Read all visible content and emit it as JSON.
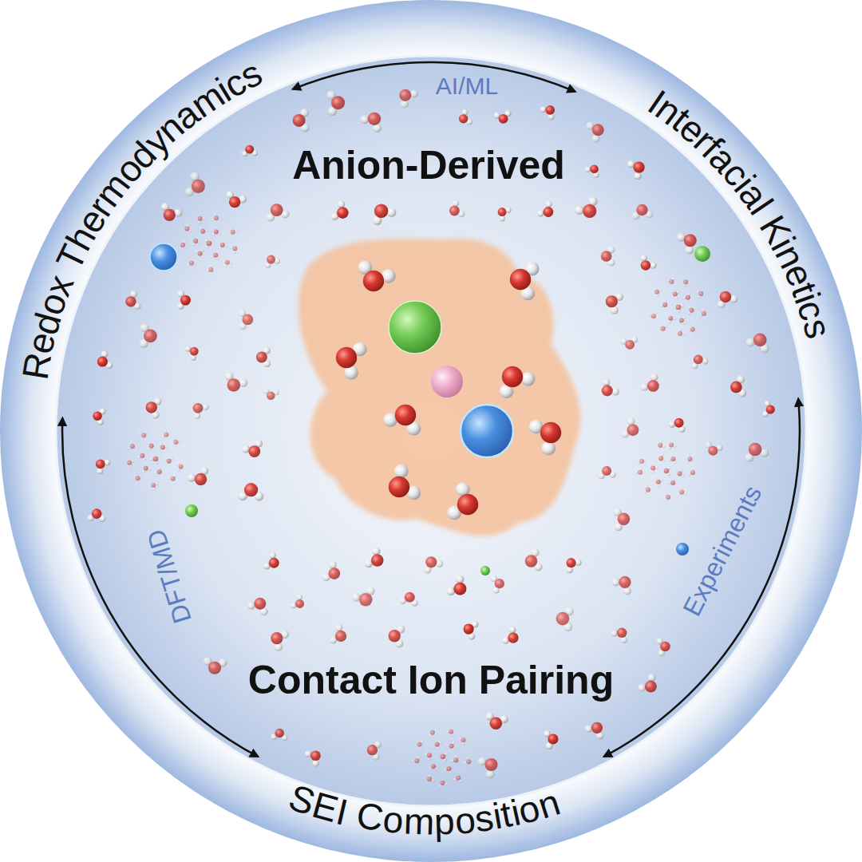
{
  "diagram": {
    "labels": [
      "Redox Thermodynamics",
      "AI/ML",
      "Interfacial Kinetics",
      "Anion-Derived",
      "DFT/MD",
      "Experiments",
      "Contact Ion Pairing",
      "SEI Composition"
    ]
  }
}
